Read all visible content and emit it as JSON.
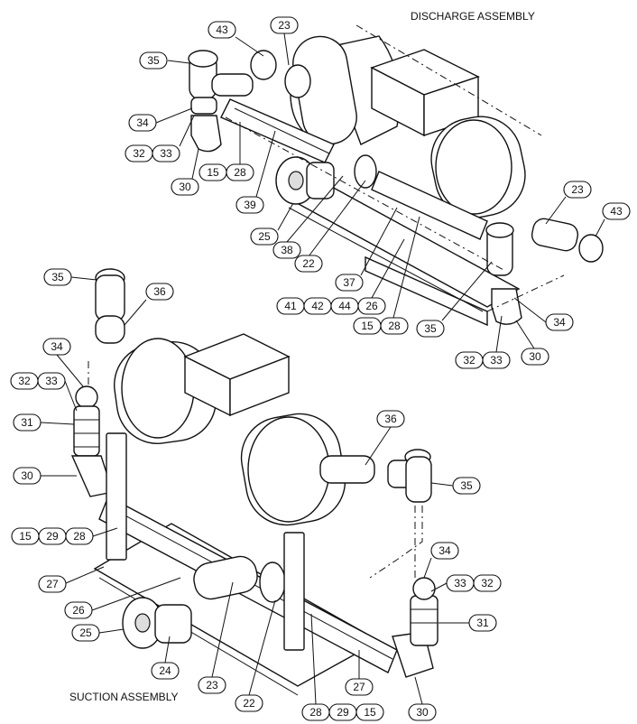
{
  "titles": {
    "discharge": "DISCHARGE ASSEMBLY",
    "suction": "SUCTION ASSEMBLY"
  },
  "callouts": [
    {
      "label": "43"
    },
    {
      "label": "23"
    },
    {
      "label": "35"
    },
    {
      "label": "34"
    },
    {
      "label": "32"
    },
    {
      "label": "33"
    },
    {
      "label": "30"
    },
    {
      "label": "15"
    },
    {
      "label": "28"
    },
    {
      "label": "39"
    },
    {
      "label": "25"
    },
    {
      "label": "38"
    },
    {
      "label": "22"
    },
    {
      "label": "37"
    },
    {
      "label": "41"
    },
    {
      "label": "42"
    },
    {
      "label": "44"
    },
    {
      "label": "26"
    },
    {
      "label": "15"
    },
    {
      "label": "28"
    },
    {
      "label": "35"
    },
    {
      "label": "23"
    },
    {
      "label": "43"
    },
    {
      "label": "34"
    },
    {
      "label": "32"
    },
    {
      "label": "33"
    },
    {
      "label": "30"
    },
    {
      "label": "35"
    },
    {
      "label": "36"
    },
    {
      "label": "34"
    },
    {
      "label": "32"
    },
    {
      "label": "33"
    },
    {
      "label": "31"
    },
    {
      "label": "30"
    },
    {
      "label": "15"
    },
    {
      "label": "29"
    },
    {
      "label": "28"
    },
    {
      "label": "27"
    },
    {
      "label": "26"
    },
    {
      "label": "25"
    },
    {
      "label": "24"
    },
    {
      "label": "23"
    },
    {
      "label": "22"
    },
    {
      "label": "36"
    },
    {
      "label": "35"
    },
    {
      "label": "34"
    },
    {
      "label": "33"
    },
    {
      "label": "32"
    },
    {
      "label": "31"
    },
    {
      "label": "27"
    },
    {
      "label": "28"
    },
    {
      "label": "29"
    },
    {
      "label": "15"
    },
    {
      "label": "30"
    }
  ]
}
